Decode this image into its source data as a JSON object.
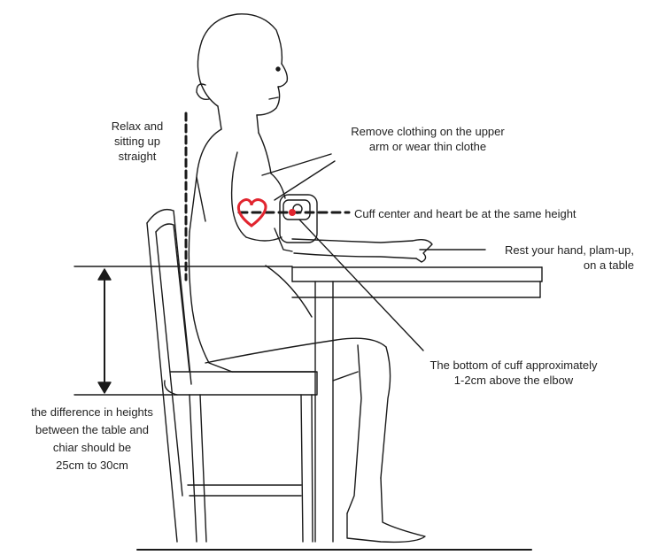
{
  "colors": {
    "line": "#1a1a1a",
    "heart": "#e1252f",
    "paper": "#ffffff"
  },
  "labels": {
    "relax": [
      "Relax and",
      "sitting up",
      "straight"
    ],
    "clothing": [
      "Remove clothing on the upper",
      "arm or wear thin clothe"
    ],
    "cuff_center": "Cuff center and heart be at the same height",
    "rest_hand": [
      "Rest your hand, plam-up,",
      "on a table"
    ],
    "cuff_bottom": [
      "The bottom of cuff approximately",
      "1-2cm above the elbow"
    ],
    "height_diff": [
      "the difference in heights",
      "between the table and",
      "chiar should be",
      "25cm to 30cm"
    ]
  }
}
